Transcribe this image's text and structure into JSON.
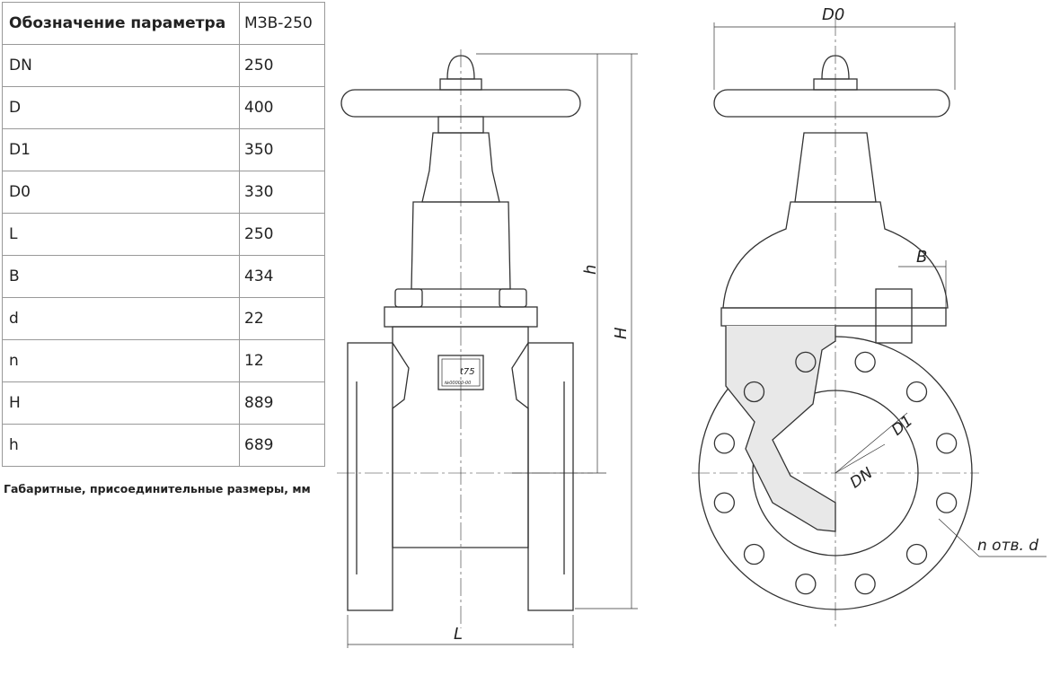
{
  "table": {
    "header": {
      "param": "Обозначение параметра",
      "value": "МЗВ-250"
    },
    "rows": [
      {
        "param": "DN",
        "value": "250"
      },
      {
        "param": "D",
        "value": "400"
      },
      {
        "param": "D1",
        "value": "350"
      },
      {
        "param": "D0",
        "value": "330"
      },
      {
        "param": "L",
        "value": "250"
      },
      {
        "param": "B",
        "value": "434"
      },
      {
        "param": "d",
        "value": "22"
      },
      {
        "param": "n",
        "value": "12"
      },
      {
        "param": "H",
        "value": "889"
      },
      {
        "param": "h",
        "value": "689"
      }
    ]
  },
  "caption": "Габаритные, присоединительные размеры, мм",
  "drawing": {
    "labels": {
      "D0": "D0",
      "h": "h",
      "H": "H",
      "L": "L",
      "B": "B",
      "D1": "D1",
      "DN": "DN",
      "holes": "n отв. d"
    },
    "plate": {
      "pressure": "t75",
      "serial": "№00000-00"
    }
  }
}
